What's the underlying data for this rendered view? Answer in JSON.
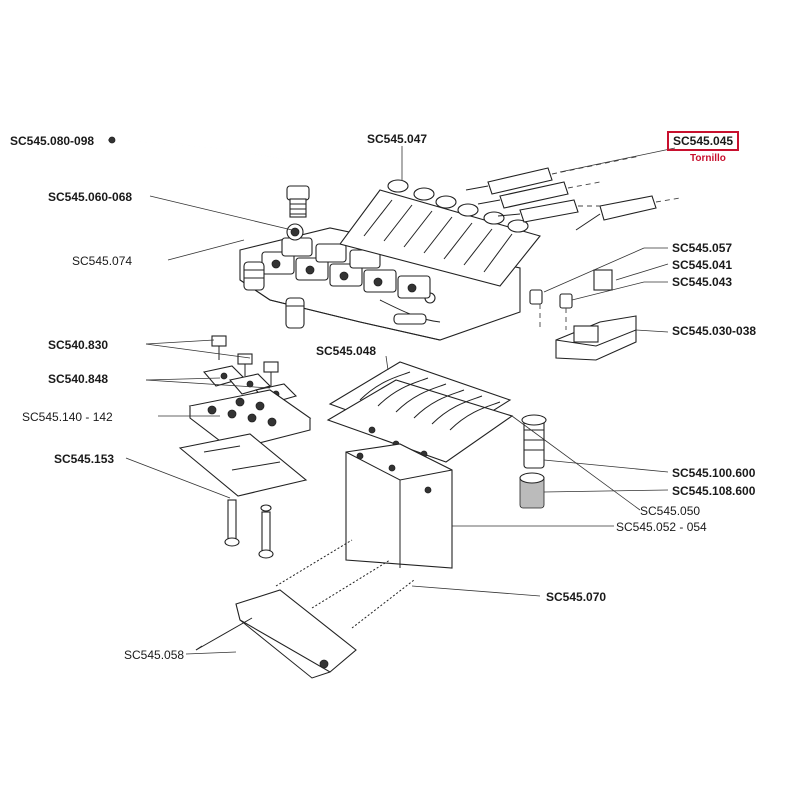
{
  "colors": {
    "highlight_border": "#c8102e",
    "highlight_sub": "#c8102e",
    "ink": "#1a1a1a"
  },
  "labels": {
    "trem_arm": "SC545.080-098",
    "arm_bushing": "SC545.060-068",
    "arm_nut": "SC545.074",
    "saddle_plate": "SC545.047",
    "highlight_part": "SC545.045",
    "highlight_sub": "Tornillo",
    "screw_a": "SC545.057",
    "block_a": "SC545.041",
    "screw_b": "SC545.043",
    "fine_tuner": "SC545.030-038",
    "nut_screw": "SC540.830",
    "nut_cap": "SC540.848",
    "nut_base": "SC545.140 - 142",
    "nut_shim": "SC545.153",
    "sustain_shim": "SC545.048",
    "stud": "SC545.100.600",
    "stud_insert": "SC545.108.600",
    "block_plate": "SC545.050",
    "block": "SC545.052 - 054",
    "springs": "SC545.070",
    "claw": "SC545.058"
  }
}
